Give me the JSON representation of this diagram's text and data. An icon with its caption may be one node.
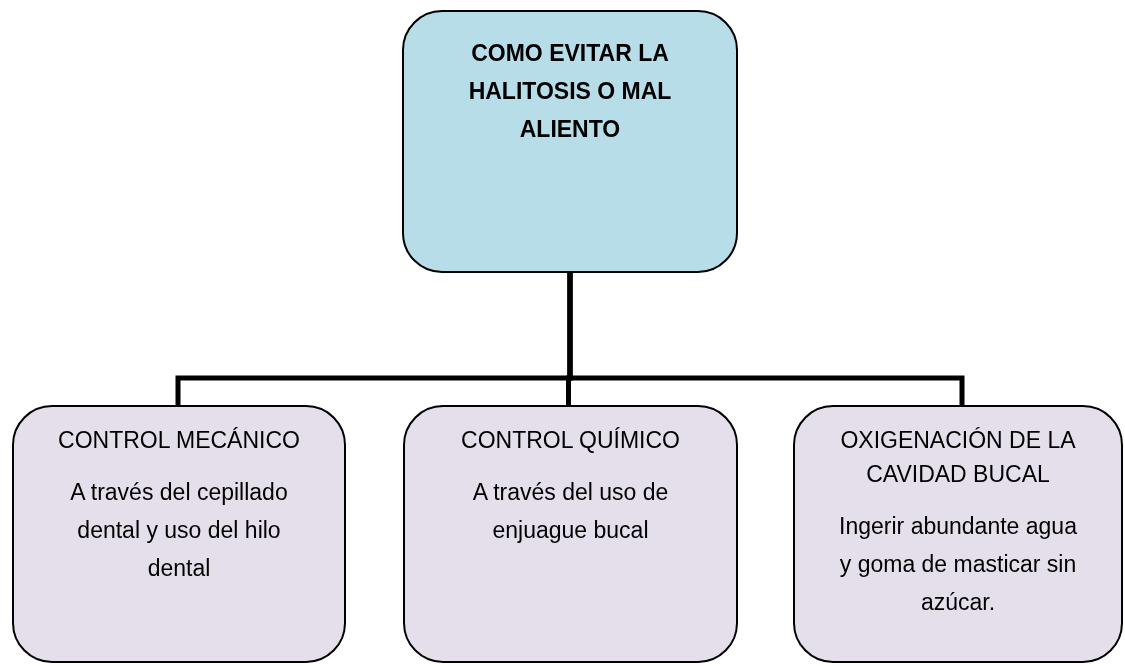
{
  "diagram": {
    "nodes": [
      {
        "text": [
          "COMO EVITAR LA HALITOSIS O MAL ALIENTO"
        ]
      },
      {
        "text": [
          "CONTROL MECÁNICO",
          "A través del cepillado dental y uso del hilo dental"
        ]
      },
      {
        "text": [
          "CONTROL QUÍMICO",
          "A través del uso de enjuague bucal"
        ]
      },
      {
        "text": [
          "OXIGENACIÓN DE LA CAVIDAD BUCAL",
          "Ingerir abundante agua y goma de masticar sin azúcar."
        ]
      }
    ],
    "edges": [
      {
        "from": 0,
        "to": 1,
        "arrow": "none"
      },
      {
        "from": 0,
        "to": 2,
        "arrow": "none"
      },
      {
        "from": 0,
        "to": 3,
        "arrow": "none"
      }
    ]
  }
}
